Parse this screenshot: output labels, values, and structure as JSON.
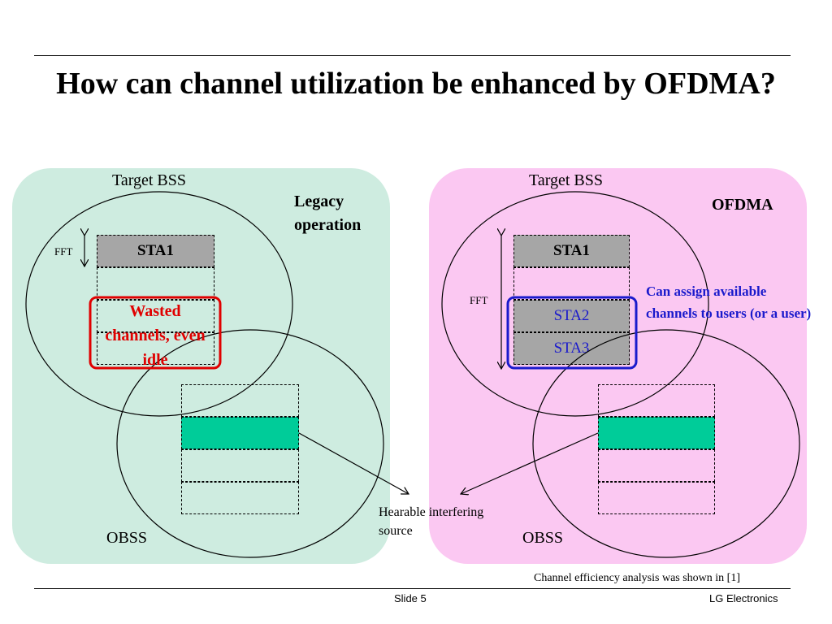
{
  "slide": {
    "title": "How can channel utilization be enhanced by OFDMA?",
    "footer": {
      "reference": "Channel efficiency analysis was shown in [1]",
      "slide_number": "Slide 5",
      "company": "LG Electronics"
    }
  },
  "colors": {
    "left_panel": "#ceece0",
    "right_panel": "#fbc8f2",
    "sta_gray": "#a6a6a6",
    "obss_green": "#00cc99",
    "red": "#e00000",
    "blue": "#1a1acc"
  },
  "left": {
    "bss_label": "Target BSS",
    "obss_label": "OBSS",
    "mode": "Legacy operation",
    "fft": "FFT",
    "sta1": "STA1",
    "wasted": "Wasted channels, even idle"
  },
  "right": {
    "bss_label": "Target BSS",
    "obss_label": "OBSS",
    "mode": "OFDMA",
    "fft": "FFT",
    "sta1": "STA1",
    "sta2": "STA2",
    "sta3": "STA3",
    "assign_note": "Can assign available channels to users (or a user)"
  },
  "interference_label": "Hearable interfering source"
}
